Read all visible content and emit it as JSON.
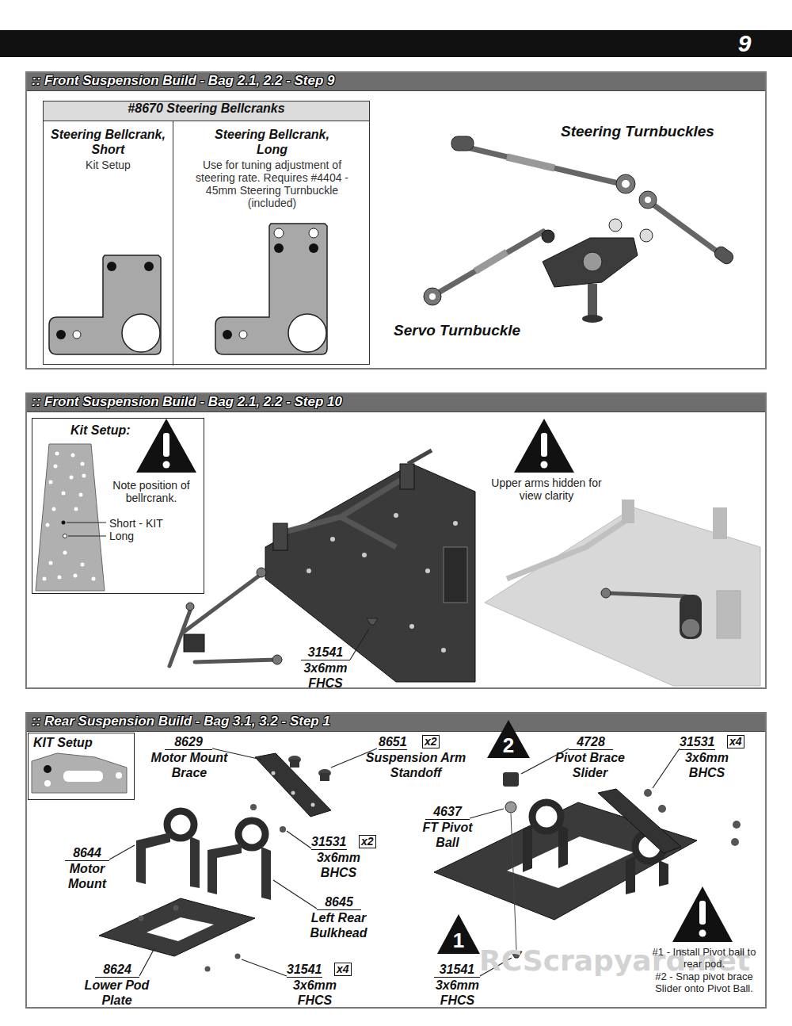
{
  "diagram": {
    "nodes": [
      {
        "text": [
          ":: Front Suspension Build - Bag 2.1, 2.2 - Step 9"
        ]
      },
      {
        "text": [
          "#8670 Steering Bellcranks"
        ],
        "in": 0
      },
      {
        "text": [
          "Steering Bellcrank, Short",
          "Kit Setup"
        ],
        "in": 1
      },
      {
        "text": [
          "Steering Bellcrank, Long",
          "Use for tuning adjustment of steering rate. Requires #4404 - 45mm Steering Turnbuckle (included)"
        ],
        "in": 1
      },
      {
        "text": [
          ":: Front Suspension Build - Bag 2.1, 2.2 - Step 10"
        ]
      },
      {
        "text": [
          "Kit Setup:"
        ],
        "in": 4
      },
      {
        "text": [
          ":: Rear Suspension Build - Bag 3.1, 3.2 - Step 1"
        ]
      },
      {
        "text": [
          "KIT Setup"
        ],
        "in": 6
      },
      {
        "text": [
          "2"
        ],
        "in": 6
      },
      {
        "text": [
          "1"
        ],
        "in": 6
      }
    ],
    "labels": [
      "9",
      "Steering Turnbuckles",
      "Servo Turnbuckle",
      "Note position of bellrcrank.",
      "Short - KIT",
      "Long",
      "Upper arms hidden for view clarity",
      "31541",
      "3x6mm FHCS",
      "8629",
      "Motor Mount Brace",
      "8651",
      "x2",
      "Suspension Arm Standoff",
      "4728",
      "Pivot Brace Slider",
      "31531",
      "x4",
      "3x6mm BHCS",
      "4637",
      "FT Pivot Ball",
      "8644",
      "Motor Mount",
      "31531",
      "x2",
      "3x6mm BHCS",
      "8645",
      "Left Rear Bulkhead",
      "8624",
      "Lower Pod Plate",
      "31541",
      "x4",
      "3x6mm FHCS",
      "31541",
      "3x6mm FHCS",
      "#1 - Install Pivot ball to rear pod.",
      "#2 - Snap pivot brace Slider onto Pivot Ball.",
      "RCScrapyard.net"
    ]
  }
}
